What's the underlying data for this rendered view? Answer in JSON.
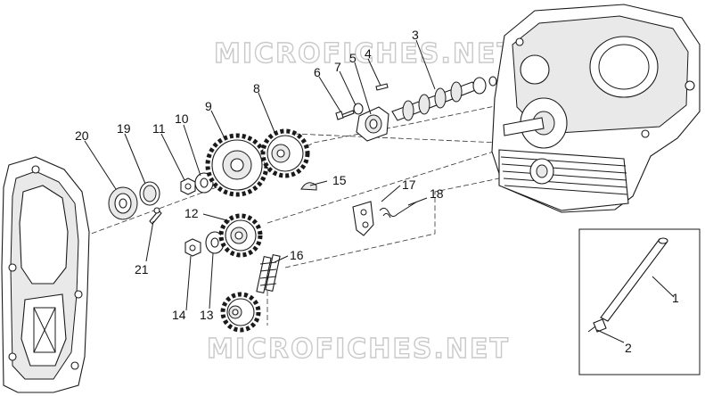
{
  "watermark": "MICROFICHES.NET",
  "callouts": [
    "1",
    "2",
    "3",
    "4",
    "5",
    "6",
    "7",
    "8",
    "9",
    "10",
    "11",
    "12",
    "13",
    "14",
    "15",
    "16",
    "17",
    "18",
    "19",
    "20",
    "21"
  ]
}
